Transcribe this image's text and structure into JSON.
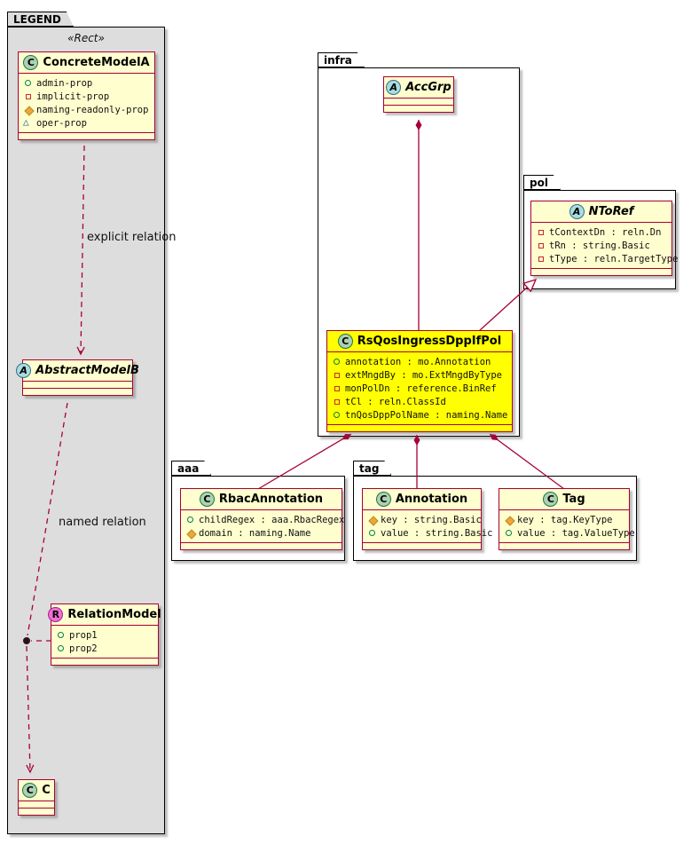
{
  "packages": {
    "legend": {
      "label": "LEGEND",
      "stereotype": "«Rect»"
    },
    "infra": {
      "label": "infra"
    },
    "pol": {
      "label": "pol"
    },
    "aaa": {
      "label": "aaa"
    },
    "tag": {
      "label": "tag"
    }
  },
  "classes": {
    "concrete_model_a": {
      "spot": "C",
      "name": "ConcreteModelA",
      "props": [
        {
          "kind": "public",
          "text": "admin-prop"
        },
        {
          "kind": "private",
          "text": "implicit-prop"
        },
        {
          "kind": "protected",
          "text": "naming-readonly-prop"
        },
        {
          "kind": "package",
          "text": "oper-prop"
        }
      ]
    },
    "abstract_model_b": {
      "spot": "A",
      "name": "AbstractModelB"
    },
    "relation_model": {
      "spot": "R",
      "name": "RelationModel",
      "props": [
        {
          "kind": "public",
          "text": "prop1"
        },
        {
          "kind": "public",
          "text": "prop2"
        }
      ]
    },
    "c": {
      "spot": "C",
      "name": "C"
    },
    "acc_grp": {
      "spot": "A",
      "name": "AccGrp"
    },
    "n_to_ref": {
      "spot": "A",
      "name": "NToRef",
      "props": [
        {
          "kind": "private",
          "text": "tContextDn : reln.Dn"
        },
        {
          "kind": "private",
          "text": "tRn : string.Basic"
        },
        {
          "kind": "private",
          "text": "tType : reln.TargetType"
        }
      ]
    },
    "rs_qos": {
      "spot": "C",
      "name": "RsQosIngressDppIfPol",
      "props": [
        {
          "kind": "public",
          "text": "annotation : mo.Annotation"
        },
        {
          "kind": "private",
          "text": "extMngdBy : mo.ExtMngdByType"
        },
        {
          "kind": "private",
          "text": "monPolDn : reference.BinRef"
        },
        {
          "kind": "private",
          "text": "tCl : reln.ClassId"
        },
        {
          "kind": "public",
          "text": "tnQosDppPolName : naming.Name"
        }
      ]
    },
    "rbac_annotation": {
      "spot": "C",
      "name": "RbacAnnotation",
      "props": [
        {
          "kind": "public",
          "text": "childRegex : aaa.RbacRegex"
        },
        {
          "kind": "protected",
          "text": "domain : naming.Name"
        }
      ]
    },
    "annotation": {
      "spot": "C",
      "name": "Annotation",
      "props": [
        {
          "kind": "protected",
          "text": "key : string.Basic"
        },
        {
          "kind": "public",
          "text": "value : string.Basic"
        }
      ]
    },
    "tag": {
      "spot": "C",
      "name": "Tag",
      "props": [
        {
          "kind": "protected",
          "text": "key : tag.KeyType"
        },
        {
          "kind": "public",
          "text": "value : tag.ValueType"
        }
      ]
    }
  },
  "relations": {
    "explicit_label": "explicit relation",
    "named_label": "named relation"
  },
  "colors": {
    "class_border": "#A80036",
    "class_fill": "#FEFECE",
    "highlight_fill": "#FFFF00",
    "legend_fill": "#DDDDDD",
    "spot_class": "#ADD1B2",
    "spot_abstract": "#A9DCDF",
    "spot_relation": "#F070D0"
  }
}
